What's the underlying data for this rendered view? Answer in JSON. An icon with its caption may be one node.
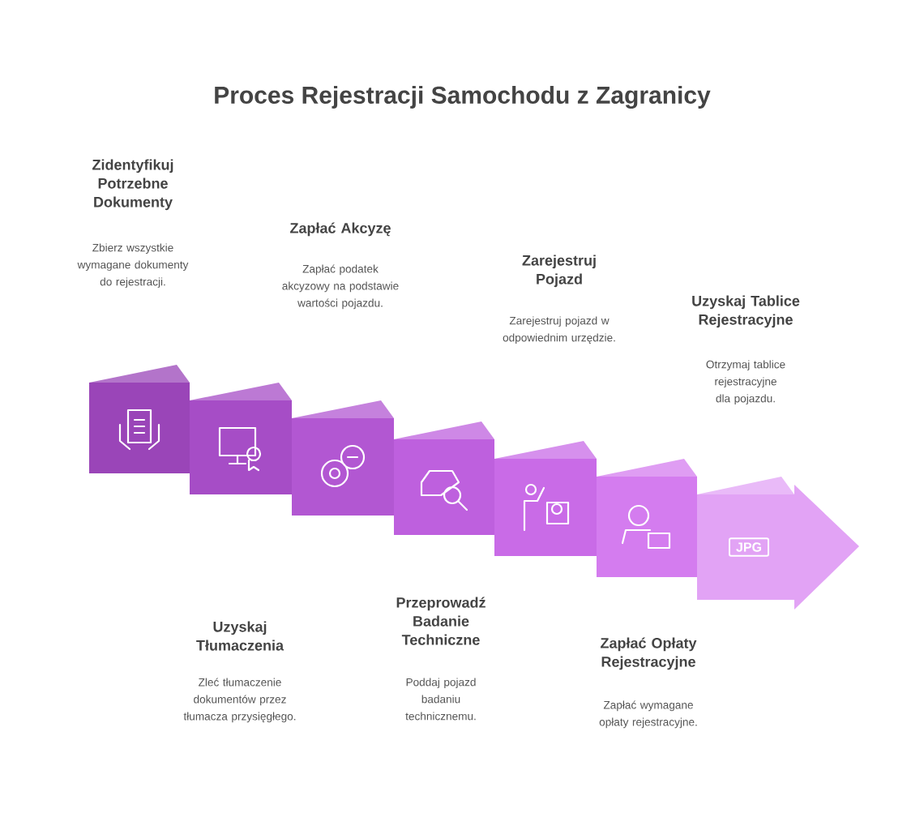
{
  "diagram": {
    "title": "Proces Rejestracji Samochodu z Zagranicy",
    "nodes": [
      {
        "text": [],
        "shape": "box",
        "beside": [
          "Zidentyfikuj Potrzebne Dokumenty",
          "Zbierz wszystkie wymagane dokumenty do rejestracji."
        ]
      },
      {
        "text": [],
        "shape": "box",
        "beside": [
          "Uzyskaj Tłumaczenia",
          "Zleć tłumaczenie dokumentów przez tłumacza przysięgłego."
        ]
      },
      {
        "text": [],
        "shape": "box",
        "beside": [
          "Zapłać Akcyzę",
          "Zapłać podatek akcyzowy na podstawie wartości pojazdu."
        ]
      },
      {
        "text": [],
        "shape": "box",
        "beside": [
          "Przeprowadź Badanie Techniczne",
          "Poddaj pojazd badaniu technicznemu."
        ]
      },
      {
        "text": [],
        "shape": "box",
        "beside": [
          "Zarejestruj Pojazd",
          "Zarejestruj pojazd w odpowiednim urzędzie."
        ]
      },
      {
        "text": [],
        "shape": "box",
        "beside": [
          "Zapłać Opłaty Rejestracyjne",
          "Zapłać wymagane opłaty rejestracyjne."
        ]
      },
      {
        "text": [
          "JPG"
        ],
        "beside": [
          "Uzyskaj Tablice Rejestracyjne",
          "Otrzymaj tablice rejestracyjne dla pojazdu."
        ]
      }
    ]
  }
}
